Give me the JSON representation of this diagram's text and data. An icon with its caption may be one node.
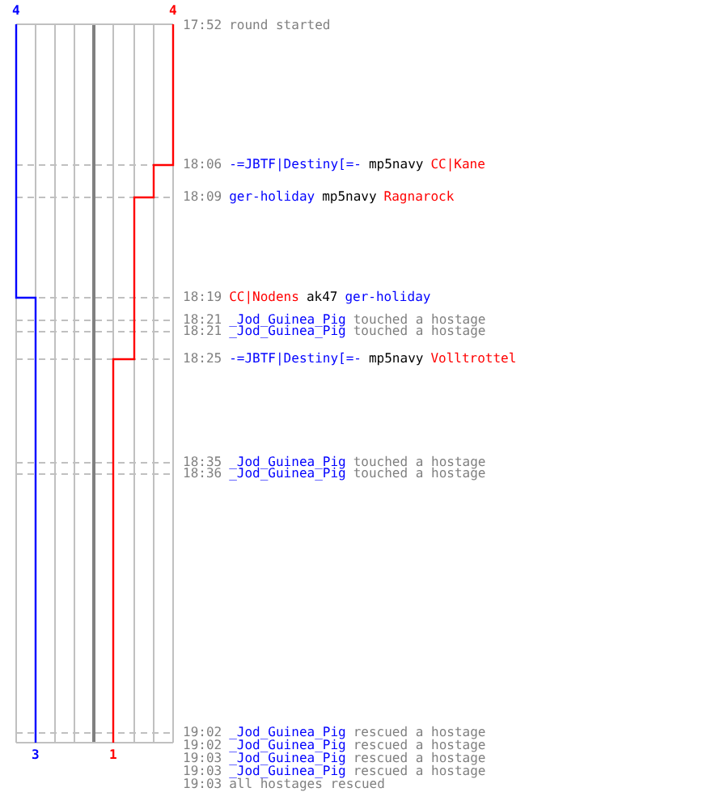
{
  "diagram": {
    "labels": [
      "4",
      "4",
      "17:52",
      "round started",
      "18:06",
      "-=JBTF|Destiny[=-",
      "mp5navy",
      "CC|Kane",
      "18:09",
      "ger-holiday",
      "mp5navy",
      "Ragnarock",
      "18:19",
      "CC|Nodens",
      "ak47",
      "ger-holiday",
      "18:21",
      "_Jod_Guinea_Pig",
      "touched a hostage",
      "18:21",
      "_Jod_Guinea_Pig",
      "touched a hostage",
      "18:25",
      "-=JBTF|Destiny[=-",
      "mp5navy",
      "Volltrottel",
      "18:35",
      "_Jod_Guinea_Pig",
      "touched a hostage",
      "18:36",
      "_Jod_Guinea_Pig",
      "touched a hostage",
      "19:02",
      "_Jod_Guinea_Pig",
      "rescued a hostage",
      "19:02",
      "_Jod_Guinea_Pig",
      "rescued a hostage",
      "19:03",
      "_Jod_Guinea_Pig",
      "rescued a hostage",
      "19:03",
      "_Jod_Guinea_Pig",
      "rescued a hostage",
      "19:03",
      "all hostages rescued",
      "3",
      "1"
    ]
  }
}
